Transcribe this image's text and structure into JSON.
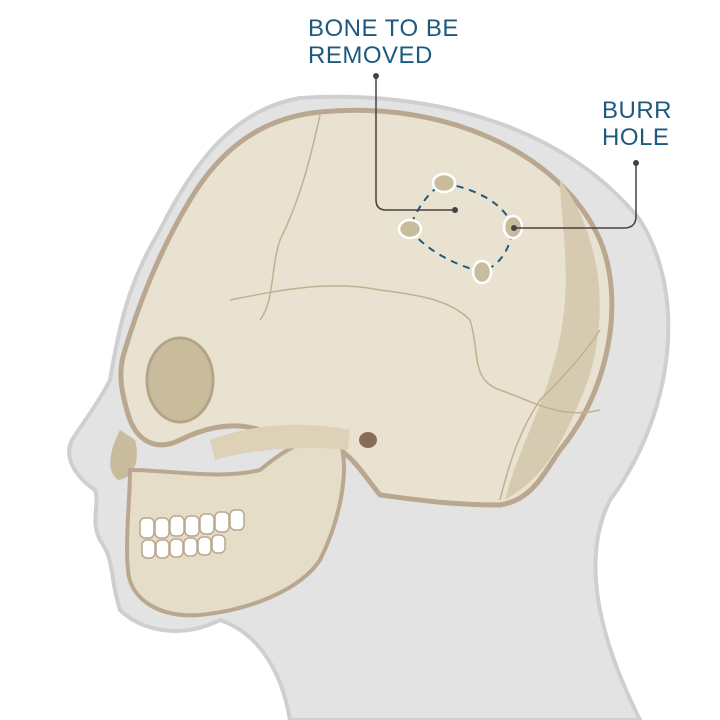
{
  "labels": {
    "bone_to_be_removed": [
      "BONE TO BE",
      "REMOVED"
    ],
    "burr_hole": [
      "BURR",
      "HOLE"
    ]
  },
  "colors": {
    "label_text": "#1e5a7e",
    "dashed_outline": "#1e5a7e",
    "bone": "#e9e2d1",
    "bone_shadow": "#c9bc9c",
    "head_silhouette": "#dcdcdc",
    "leader_line": "#4a4040"
  }
}
